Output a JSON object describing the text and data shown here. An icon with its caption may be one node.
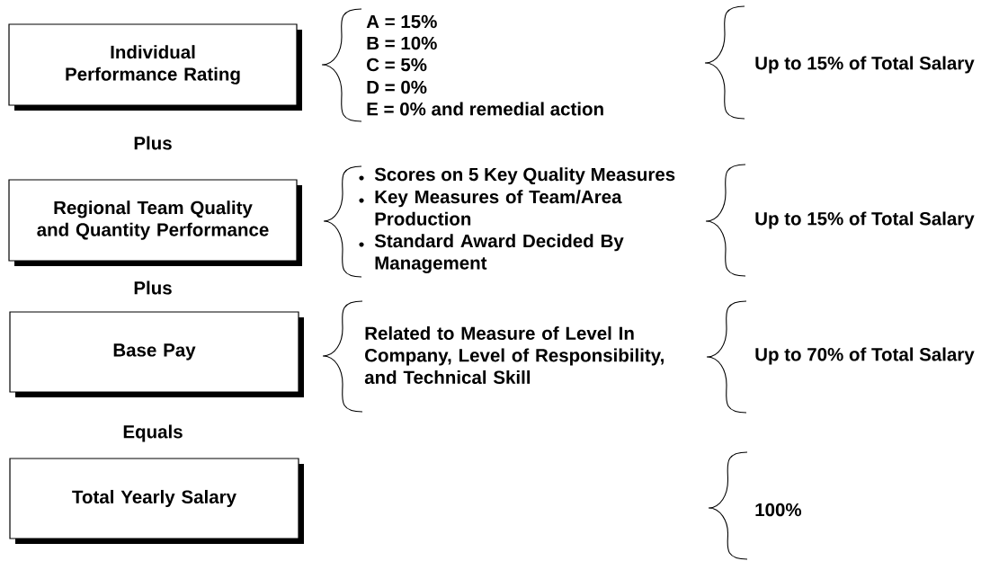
{
  "diagram": {
    "nodes": [
      {
        "text": [
          "Individual Performance Rating"
        ]
      },
      {
        "text": [
          "Regional Team Quality and Quantity Performance"
        ]
      },
      {
        "text": [
          "Base Pay"
        ]
      },
      {
        "text": [
          "Total Yearly Salary"
        ]
      }
    ],
    "edges": [],
    "labels": [
      "A = 15%",
      "B = 10%",
      "C = 5%",
      "D = 0%",
      "E = 0% and remedial action",
      "Up to 15% of Total Salary",
      "Plus",
      "Scores on 5 Key Quality Measures",
      "Key Measures of Team/Area Production",
      "Standard Award Decided By Management",
      "Up to 15% of Total Salary",
      "Plus",
      "Related to Measure of Level In Company, Level of Responsibility, and Technical Skill",
      "Up to 70% of Total Salary",
      "Equals",
      "100%"
    ]
  }
}
